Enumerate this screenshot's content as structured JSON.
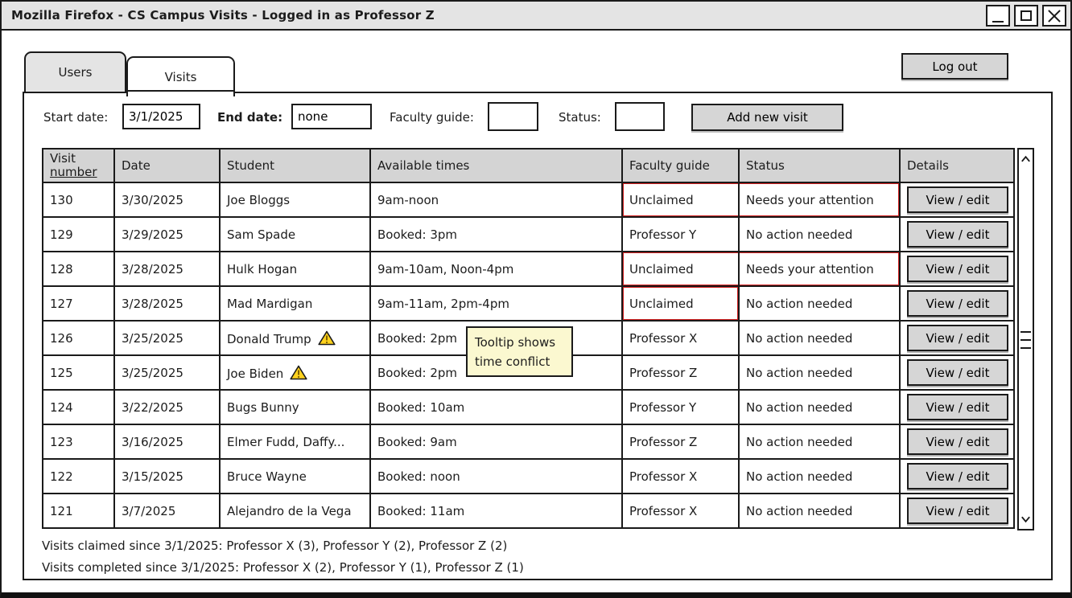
{
  "window": {
    "title": "Mozilla Firefox - CS Campus Visits - Logged in as Professor Z"
  },
  "tabs": [
    {
      "label": "Users",
      "active": false
    },
    {
      "label": "Visits",
      "active": true
    }
  ],
  "logout_label": "Log out",
  "filters": {
    "start_date_label": "Start date:",
    "start_date_value": "3/1/2025",
    "end_date_label": "End date:",
    "end_date_value": "none",
    "faculty_guide_label": "Faculty guide:",
    "faculty_guide_value": "",
    "status_label": "Status:",
    "status_value": "",
    "add_button_label": "Add new visit"
  },
  "table": {
    "header": {
      "visit_number_line1": "Visit",
      "visit_number_line2": "number",
      "date": "Date",
      "student": "Student",
      "available_times": "Available times",
      "faculty_guide": "Faculty guide",
      "status": "Status",
      "details": "Details"
    },
    "view_edit_label": "View / edit",
    "rows": [
      {
        "visit_number": "130",
        "date": "3/30/2025",
        "student": "Joe Bloggs",
        "warning": false,
        "available_times": "9am-noon",
        "faculty_guide": "Unclaimed",
        "status": "Needs your attention",
        "highlight": "both"
      },
      {
        "visit_number": "129",
        "date": "3/29/2025",
        "student": "Sam Spade",
        "warning": false,
        "available_times": "Booked: 3pm",
        "faculty_guide": "Professor Y",
        "status": "No action needed",
        "highlight": "none"
      },
      {
        "visit_number": "128",
        "date": "3/28/2025",
        "student": "Hulk Hogan",
        "warning": false,
        "available_times": "9am-10am, Noon-4pm",
        "faculty_guide": "Unclaimed",
        "status": "Needs your attention",
        "highlight": "both"
      },
      {
        "visit_number": "127",
        "date": "3/28/2025",
        "student": "Mad Mardigan",
        "warning": false,
        "available_times": "9am-11am, 2pm-4pm",
        "faculty_guide": "Unclaimed",
        "status": "No action needed",
        "highlight": "guide"
      },
      {
        "visit_number": "126",
        "date": "3/25/2025",
        "student": "Donald Trump",
        "warning": true,
        "available_times": "Booked: 2pm",
        "faculty_guide": "Professor X",
        "status": "No action needed",
        "highlight": "none"
      },
      {
        "visit_number": "125",
        "date": "3/25/2025",
        "student": "Joe Biden",
        "warning": true,
        "available_times": "Booked: 2pm",
        "faculty_guide": "Professor Z",
        "status": "No action needed",
        "highlight": "none"
      },
      {
        "visit_number": "124",
        "date": "3/22/2025",
        "student": "Bugs Bunny",
        "warning": false,
        "available_times": "Booked: 10am",
        "faculty_guide": "Professor Y",
        "status": "No action needed",
        "highlight": "none"
      },
      {
        "visit_number": "123",
        "date": "3/16/2025",
        "student": "Elmer Fudd, Daffy...",
        "warning": false,
        "available_times": "Booked: 9am",
        "faculty_guide": "Professor Z",
        "status": "No action needed",
        "highlight": "none"
      },
      {
        "visit_number": "122",
        "date": "3/15/2025",
        "student": "Bruce Wayne",
        "warning": false,
        "available_times": "Booked: noon",
        "faculty_guide": "Professor X",
        "status": "No action needed",
        "highlight": "none"
      },
      {
        "visit_number": "121",
        "date": "3/7/2025",
        "student": "Alejandro de la Vega",
        "warning": false,
        "available_times": "Booked: 11am",
        "faculty_guide": "Professor X",
        "status": "No action needed",
        "highlight": "none"
      }
    ]
  },
  "tooltip": {
    "line1": "Tooltip shows",
    "line2": "time conflict"
  },
  "footer": {
    "claimed": "Visits claimed since 3/1/2025: Professor X (3), Professor Y (2), Professor Z (2)",
    "completed": "Visits completed since 3/1/2025: Professor X (2), Professor Y (1), Professor Z (1)"
  },
  "colors": {
    "highlight_bg": "#f8caca",
    "highlight_border": "#d21f1f",
    "tooltip_bg": "#fbf8d0",
    "chrome_gray": "#e4e4e4",
    "button_gray": "#d6d6d6",
    "warning_yellow": "#ffd21e"
  }
}
